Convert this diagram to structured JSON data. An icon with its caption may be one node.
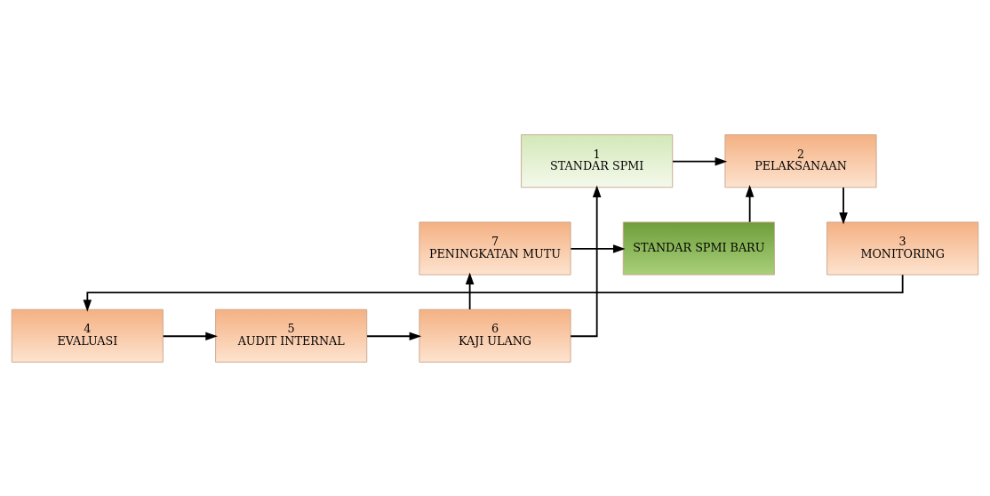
{
  "diagram": {
    "nodes": [
      {
        "text": [
          "1",
          "STANDAR SPMI"
        ]
      },
      {
        "text": [
          "2",
          "PELAKSANAAN"
        ]
      },
      {
        "text": [
          "3",
          "MONITORING"
        ]
      },
      {
        "text": [
          "4",
          "EVALUASI"
        ]
      },
      {
        "text": [
          "5",
          "AUDIT INTERNAL"
        ]
      },
      {
        "text": [
          "6",
          "KAJI ULANG"
        ]
      },
      {
        "text": [
          "7",
          "PENINGKATAN MUTU"
        ]
      },
      {
        "text": [
          "STANDAR SPMI BARU"
        ]
      }
    ],
    "edges": [
      {
        "from": 0,
        "to": 1,
        "arrow": "to"
      },
      {
        "from": 7,
        "to": 1,
        "arrow": "to"
      },
      {
        "from": 1,
        "to": 2,
        "arrow": "to"
      },
      {
        "from": 2,
        "to": 3,
        "arrow": "to"
      },
      {
        "from": 3,
        "to": 4,
        "arrow": "to"
      },
      {
        "from": 4,
        "to": 5,
        "arrow": "to"
      },
      {
        "from": 5,
        "to": 6,
        "arrow": "to"
      },
      {
        "from": 6,
        "to": 7,
        "arrow": "to"
      },
      {
        "from": 5,
        "to": 0,
        "arrow": "to"
      }
    ]
  }
}
